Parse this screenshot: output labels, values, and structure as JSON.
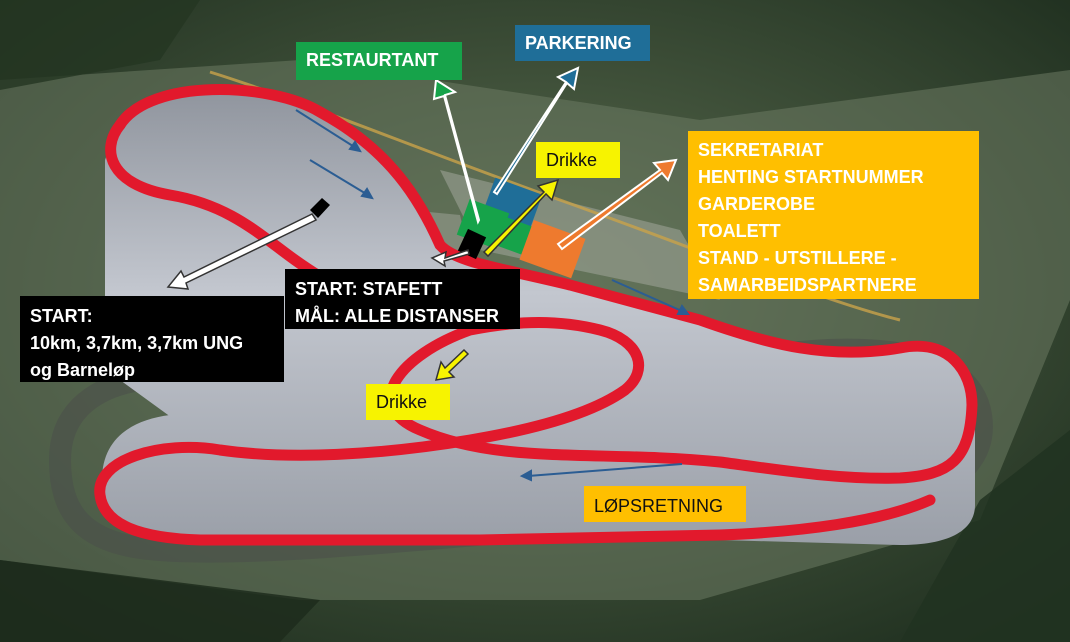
{
  "labels": {
    "restaurant": "RESTAURTANT",
    "parking": "PARKERING",
    "drink_top": "Drikke",
    "drink_bottom": "Drikke",
    "secretariat_lines": [
      "SEKRETARIAT",
      "HENTING STARTNUMMER",
      "GARDEROBE",
      "TOALETT",
      "STAND - UTSTILLERE -",
      "SAMARBEIDSPARTNERE"
    ],
    "start_relay_lines": [
      "START: STAFETT",
      "MÅL: ALLE DISTANSER"
    ],
    "start_main_lines": [
      "START:",
      "10km, 3,7km, 3,7km UNG",
      "og Barneløp"
    ],
    "direction": "LØPSRETNING"
  },
  "colors": {
    "track_red": "#e2192c",
    "track_wall": "#b4b8c2",
    "forest": "#2c3e2a",
    "restaurant": "#16a34a",
    "parking": "#1f6e98",
    "drink": "#f7f300",
    "secretariat": "#ffbf00",
    "secretariat_block": "#ee7a2e",
    "start": "#000000",
    "arrow_start": "#ffffff",
    "direction_arrow": "#2b5d93"
  }
}
